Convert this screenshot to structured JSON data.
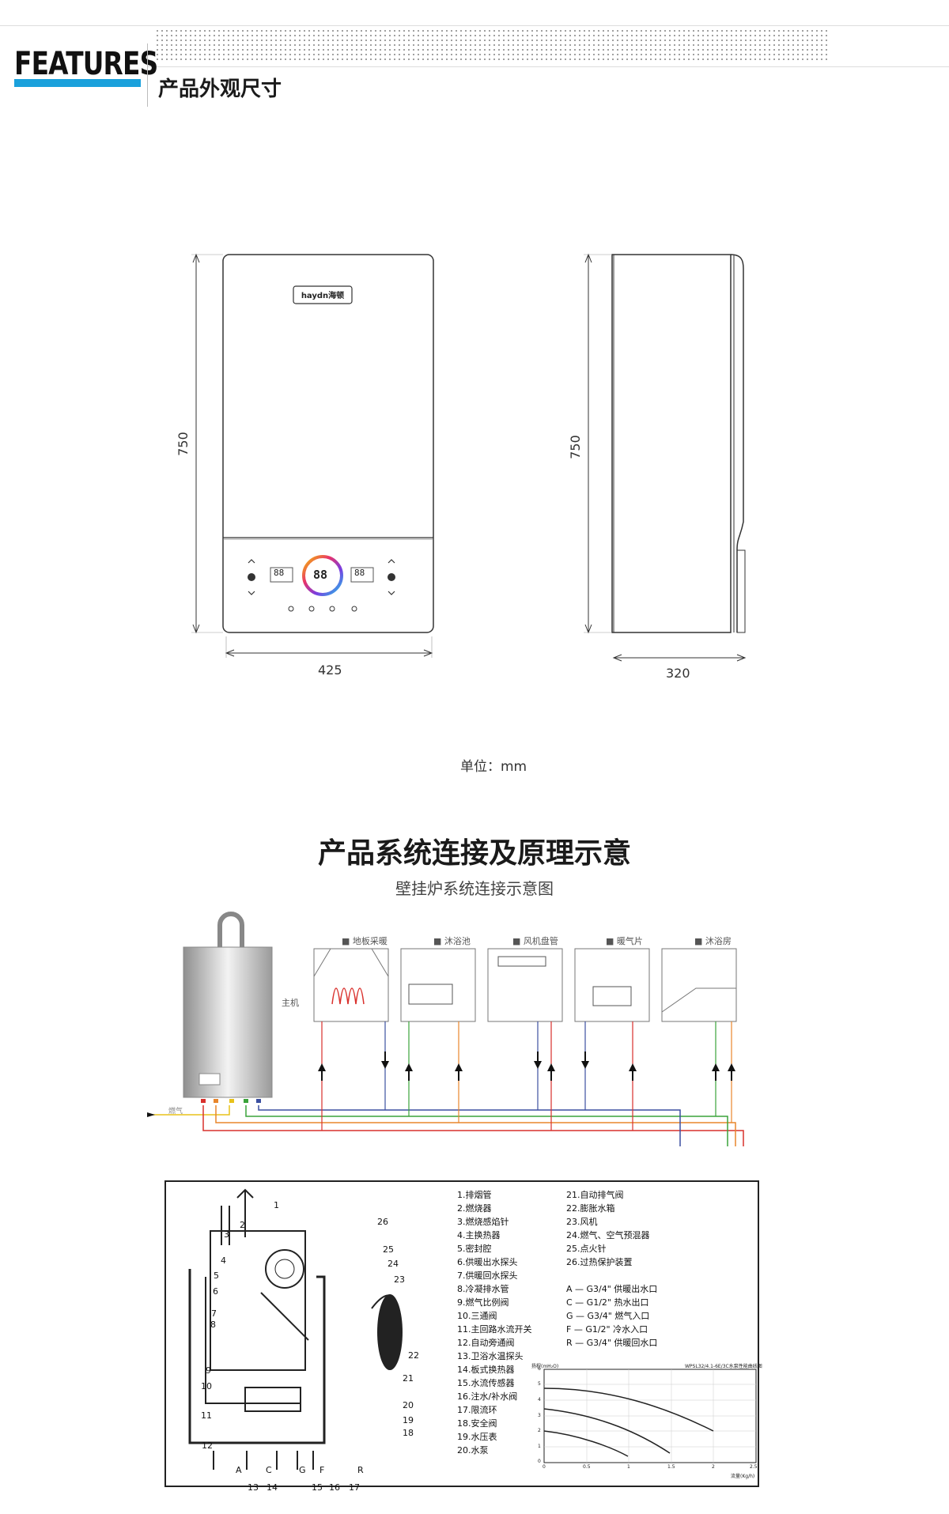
{
  "header": {
    "title": "FEATURES",
    "subtitle": "产品外观尺寸"
  },
  "dimensions": {
    "front_height": "750",
    "front_width": "425",
    "side_height": "750",
    "side_depth": "320",
    "brand": "haydn海顿",
    "display_left": "88",
    "display_center": "88",
    "display_right": "88",
    "unit": "单位：mm"
  },
  "system": {
    "title": "产品系统连接及原理示意",
    "subtitle": "壁挂炉系统连接示意图",
    "main_unit": "主机",
    "gas": "燃气",
    "rooms": [
      "■ 地板采暖",
      "■ 沐浴池",
      "■ 风机盘管",
      "■ 暖气片",
      "■ 沐浴房"
    ],
    "pipe_colors": {
      "red": "#d9302c",
      "orange": "#e8862b",
      "yellow": "#e8c21a",
      "green": "#3aa33a",
      "blue": "#3b4fa0"
    }
  },
  "schematic": {
    "parts_col1": [
      "1.排烟管",
      "2.燃烧器",
      "3.燃烧感焰针",
      "4.主换热器",
      "5.密封腔",
      "6.供暖出水探头",
      "7.供暖回水探头",
      "8.冷凝排水管",
      "9.燃气比例阀",
      "10.三通阀",
      "11.主回路水流开关",
      "12.自动旁通阀",
      "13.卫浴水温探头",
      "14.板式换热器",
      "15.水流传感器",
      "16.注水/补水阀",
      "17.限流环",
      "18.安全阀",
      "19.水压表",
      "20.水泵"
    ],
    "parts_col2": [
      "21.自动排气阀",
      "22.膨胀水箱",
      "23.风机",
      "24.燃气、空气预混器",
      "25.点火针",
      "26.过热保护装置"
    ],
    "connections": [
      "A — G3/4\"  供暖出水口",
      "C — G1/2\"  热水出口",
      "G — G3/4\"  燃气入口",
      "F — G1/2\"  冷水入口",
      "R — G3/4\"  供暖回水口"
    ],
    "graph_title": "WPSL32/4.1-6E/3C水泵性能曲线图",
    "graph_ylabel": "扬程(mH₂O)",
    "graph_xlabel": "流量(Kg/h)",
    "graph_yticks": [
      "6",
      "5",
      "4",
      "3",
      "2",
      "1",
      "0"
    ],
    "graph_xticks": [
      "0",
      "0.5",
      "1",
      "1.5",
      "2",
      "2.5"
    ],
    "port_letters": [
      "A",
      "C",
      "G",
      "F",
      "R"
    ],
    "callout_numbers": [
      "1",
      "2",
      "3",
      "4",
      "5",
      "6",
      "7",
      "8",
      "9",
      "10",
      "11",
      "12",
      "13",
      "14",
      "15",
      "16",
      "17",
      "18",
      "19",
      "20",
      "21",
      "22",
      "23",
      "24",
      "25",
      "26"
    ]
  }
}
